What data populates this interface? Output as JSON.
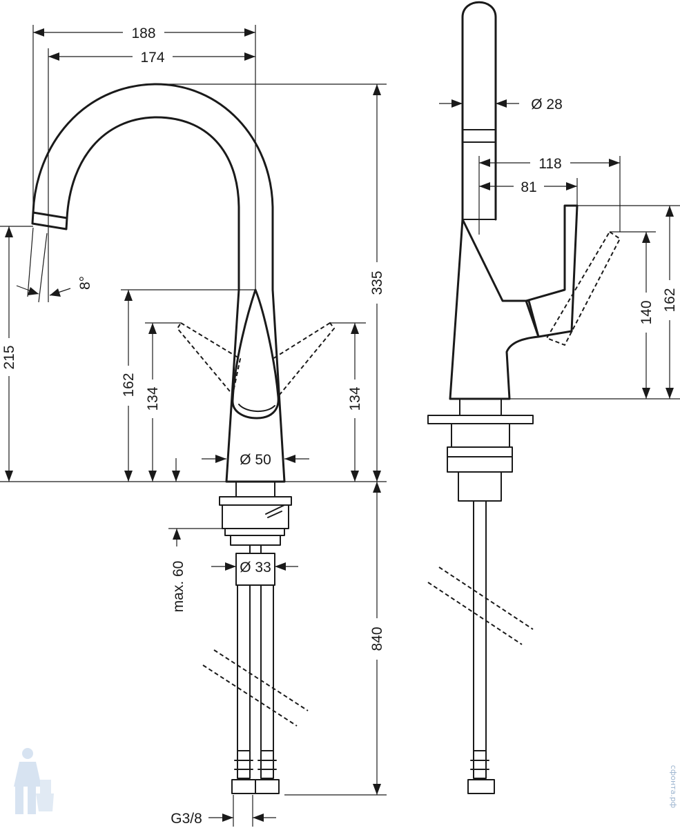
{
  "front_view": {
    "dims": {
      "d188": "188",
      "d174": "174",
      "d335": "335",
      "d215": "215",
      "d162": "162",
      "d134_left": "134",
      "d134_right": "134",
      "angle": "8°",
      "dia50": "Ø 50",
      "dia33": "Ø 33",
      "max60": "max. 60",
      "d840": "840",
      "thread": "G3/8"
    }
  },
  "side_view": {
    "dims": {
      "dia28": "Ø 28",
      "d118": "118",
      "d81": "81",
      "d140": "140",
      "d162": "162"
    }
  },
  "watermark": {
    "text": "сфонта.рф",
    "icon": "plumber-mascot-icon"
  }
}
